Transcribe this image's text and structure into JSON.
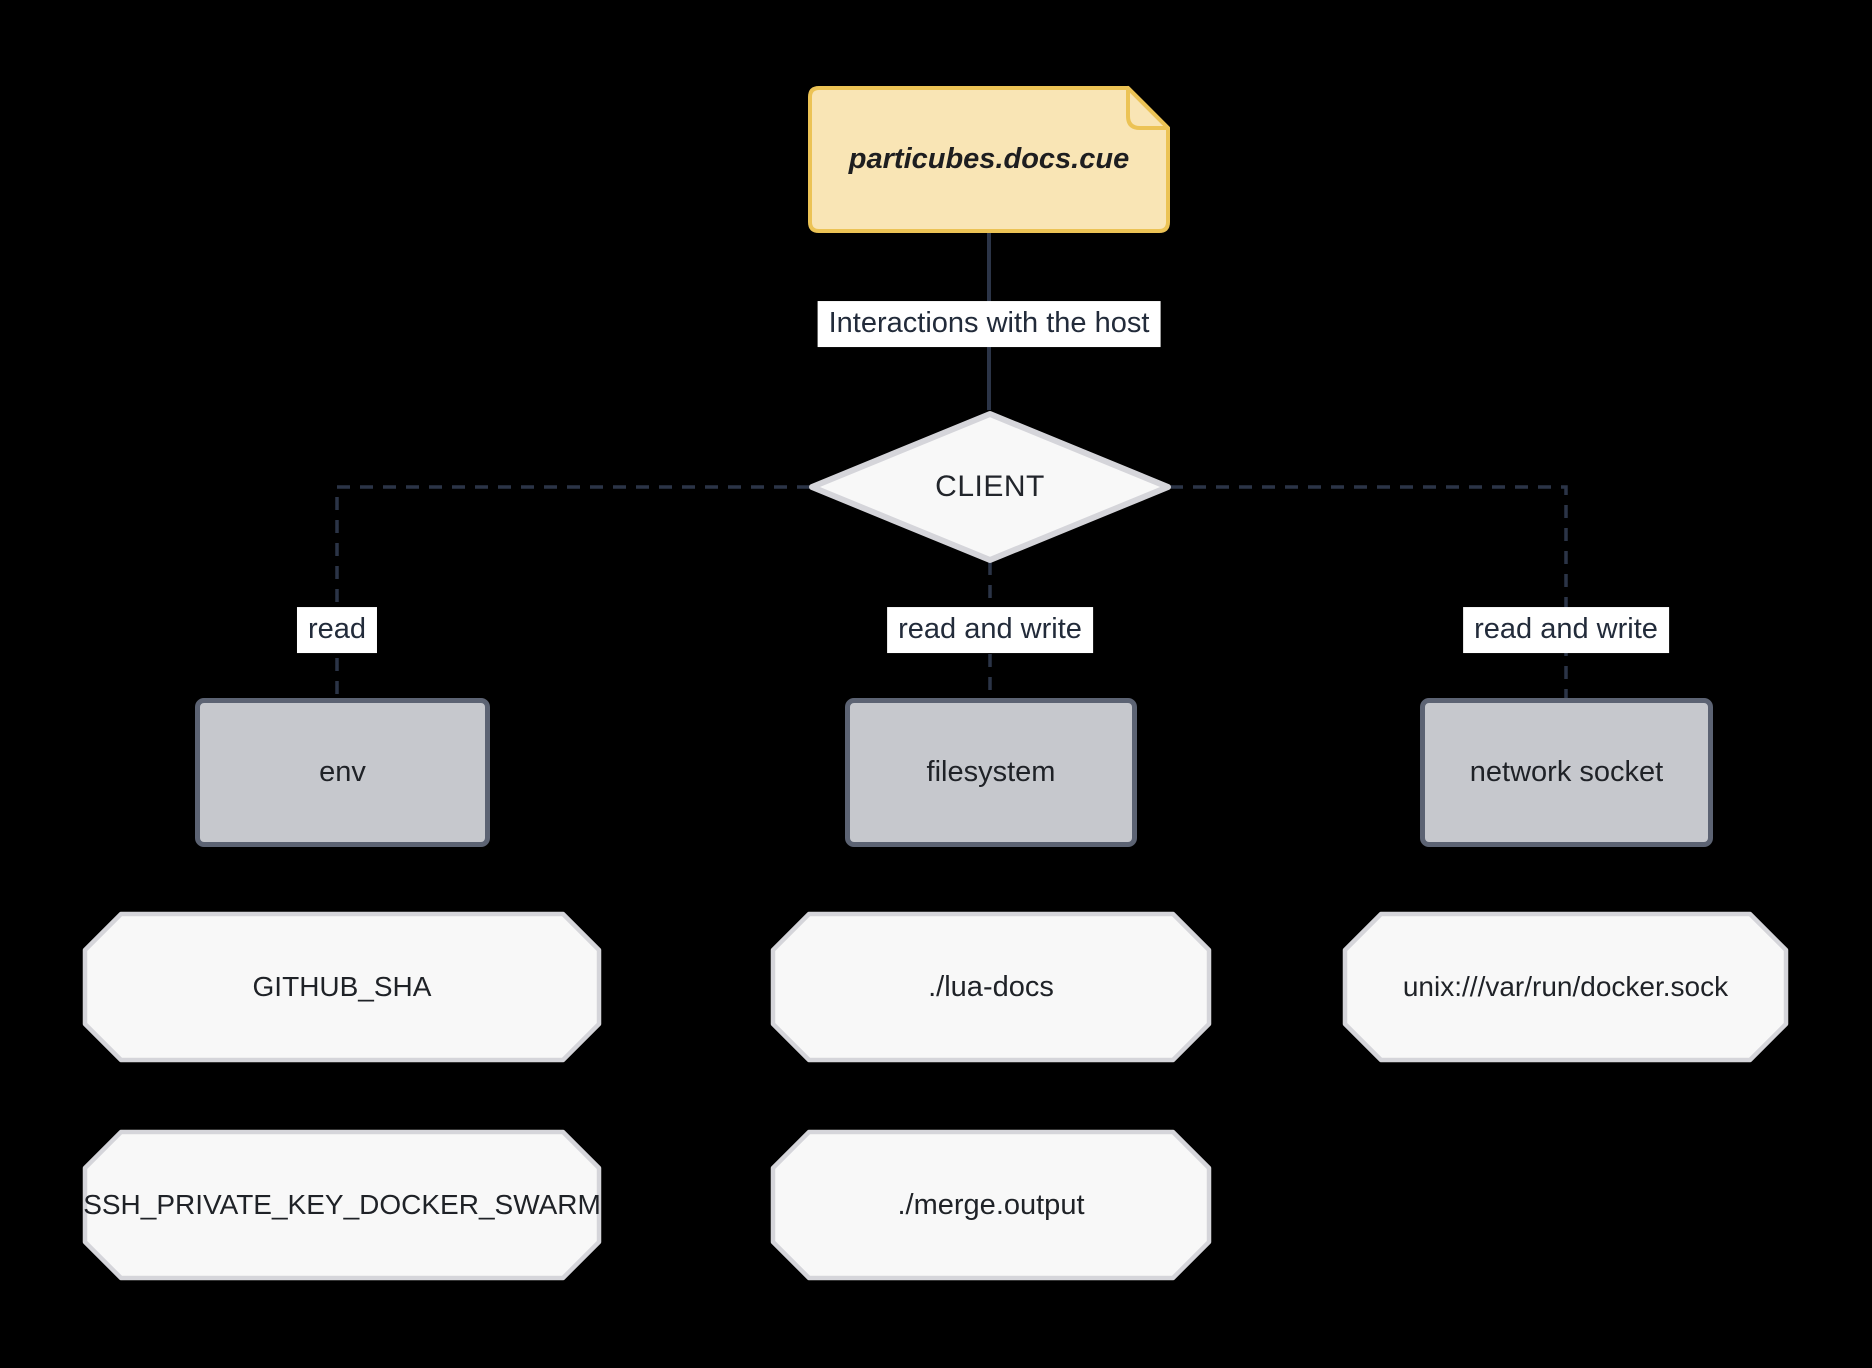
{
  "diagram": {
    "type": "flowchart",
    "background_color": "#000000",
    "nodes": {
      "note": {
        "label": "particubes.docs.cue",
        "shape": "note"
      },
      "client": {
        "label": "CLIENT",
        "shape": "diamond"
      },
      "env": {
        "label": "env",
        "shape": "rect"
      },
      "filesystem": {
        "label": "filesystem",
        "shape": "rect"
      },
      "network_socket": {
        "label": "network socket",
        "shape": "rect"
      },
      "github_sha": {
        "label": "GITHUB_SHA",
        "shape": "octagon"
      },
      "ssh_private_key": {
        "label": "SSH_PRIVATE_KEY_DOCKER_SWARM",
        "shape": "octagon"
      },
      "lua_docs": {
        "label": "./lua-docs",
        "shape": "octagon"
      },
      "merge_output": {
        "label": "./merge.output",
        "shape": "octagon"
      },
      "docker_sock": {
        "label": "unix:///var/run/docker.sock",
        "shape": "octagon"
      }
    },
    "edges": {
      "note_to_client": {
        "label": "Interactions with the host",
        "style": "solid"
      },
      "client_to_env": {
        "label": "read",
        "style": "dashed"
      },
      "client_to_filesystem": {
        "label": "read and write",
        "style": "dashed"
      },
      "client_to_network_socket": {
        "label": "read and write",
        "style": "dashed"
      }
    },
    "colors": {
      "note_fill": "#f9e5b5",
      "note_border": "#ecc355",
      "rect_fill": "#c6c8cd",
      "rect_border": "#5c6373",
      "shape_fill": "#f8f8f8",
      "shape_border": "#d5d5da",
      "edge_line": "#2b3447",
      "edge_label_bg": "#ffffff",
      "node_text": "#1f2227",
      "edge_label_text": "#222b3a"
    }
  }
}
